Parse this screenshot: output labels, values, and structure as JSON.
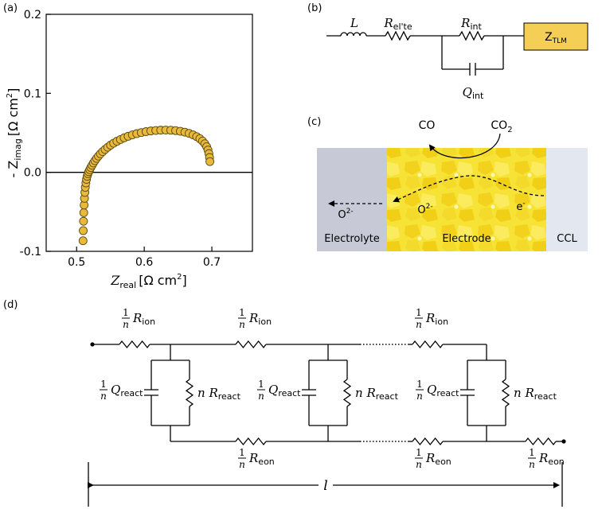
{
  "panels": {
    "a": "(a)",
    "b": "(b)",
    "c": "(c)",
    "d": "(d)"
  },
  "chart_data": {
    "type": "scatter",
    "xlabel_main": "Z",
    "xlabel_sub": "real",
    "xlabel_unit": "[Ω cm",
    "ylabel_main": "- Z",
    "ylabel_sub": "imag",
    "ylabel_unit": "[Ω cm",
    "xlim": [
      0.455,
      0.76
    ],
    "ylim": [
      -0.1,
      0.2
    ],
    "xticks": [
      "0.5",
      "0.6",
      "0.7"
    ],
    "xtick_values": [
      0.5,
      0.6,
      0.7
    ],
    "yticks": [
      "-0.1",
      "0.0",
      "0.1",
      "0.2"
    ],
    "ytick_values": [
      -0.1,
      0.0,
      0.1,
      0.2
    ],
    "zero_line": true,
    "marker_color": "#e8b93a",
    "x": [
      0.5095,
      0.5098,
      0.5102,
      0.5106,
      0.5111,
      0.5116,
      0.5122,
      0.5129,
      0.5137,
      0.5146,
      0.5156,
      0.5167,
      0.518,
      0.5194,
      0.521,
      0.5228,
      0.5248,
      0.527,
      0.5295,
      0.5322,
      0.5352,
      0.5385,
      0.5421,
      0.546,
      0.5502,
      0.5547,
      0.5596,
      0.5648,
      0.5703,
      0.5762,
      0.5824,
      0.5889,
      0.5956,
      0.6026,
      0.6098,
      0.6171,
      0.6244,
      0.6318,
      0.6392,
      0.6464,
      0.6534,
      0.6601,
      0.6664,
      0.6722,
      0.6775,
      0.6822,
      0.6862,
      0.6896,
      0.6923,
      0.6943,
      0.6957,
      0.6966,
      0.6971
    ],
    "y": [
      -0.0866,
      -0.0738,
      -0.0619,
      -0.0511,
      -0.0414,
      -0.0329,
      -0.0254,
      -0.019,
      -0.0135,
      -0.0089,
      -0.005,
      -0.0018,
      0.0008,
      0.0034,
      0.0061,
      0.0089,
      0.0118,
      0.0147,
      0.0176,
      0.0205,
      0.0234,
      0.0262,
      0.029,
      0.0317,
      0.0344,
      0.0369,
      0.0393,
      0.0415,
      0.0437,
      0.0456,
      0.0474,
      0.049,
      0.0503,
      0.0515,
      0.0524,
      0.053,
      0.0534,
      0.0535,
      0.0533,
      0.0528,
      0.052,
      0.0508,
      0.0493,
      0.0474,
      0.0452,
      0.0426,
      0.0396,
      0.0362,
      0.0324,
      0.0282,
      0.0237,
      0.0188,
      0.0136
    ]
  },
  "circuit_b": {
    "L": "L",
    "R_el_main": "R",
    "R_el_sub": "el'te",
    "R_int_main": "R",
    "R_int_sub": "int",
    "Q_int_main": "Q",
    "Q_int_sub": "int",
    "Z_main": "Z",
    "Z_sub": "TLM",
    "box_color": "#f5cf55"
  },
  "schematic_c": {
    "CO": "CO",
    "CO2_main": "CO",
    "CO2_sub": "2",
    "O2_left_main": "O",
    "O2_left_sup": "2-",
    "O2_right_main": "O",
    "O2_right_sup": "2-",
    "e_main": "e",
    "e_sup": "-",
    "electrolyte": "Electrolyte",
    "electrode": "Electrode",
    "ccl": "CCL",
    "electrolyte_color": "#c7c9d6",
    "electrode_color": "#f7e336",
    "ccl_color": "#e3e7ef"
  },
  "circuit_d": {
    "frac_num": "1",
    "frac_den": "n",
    "R": "R",
    "Q": "Q",
    "ion": "ion",
    "eon": "eon",
    "react": "react",
    "n": "n",
    "length": "l"
  }
}
